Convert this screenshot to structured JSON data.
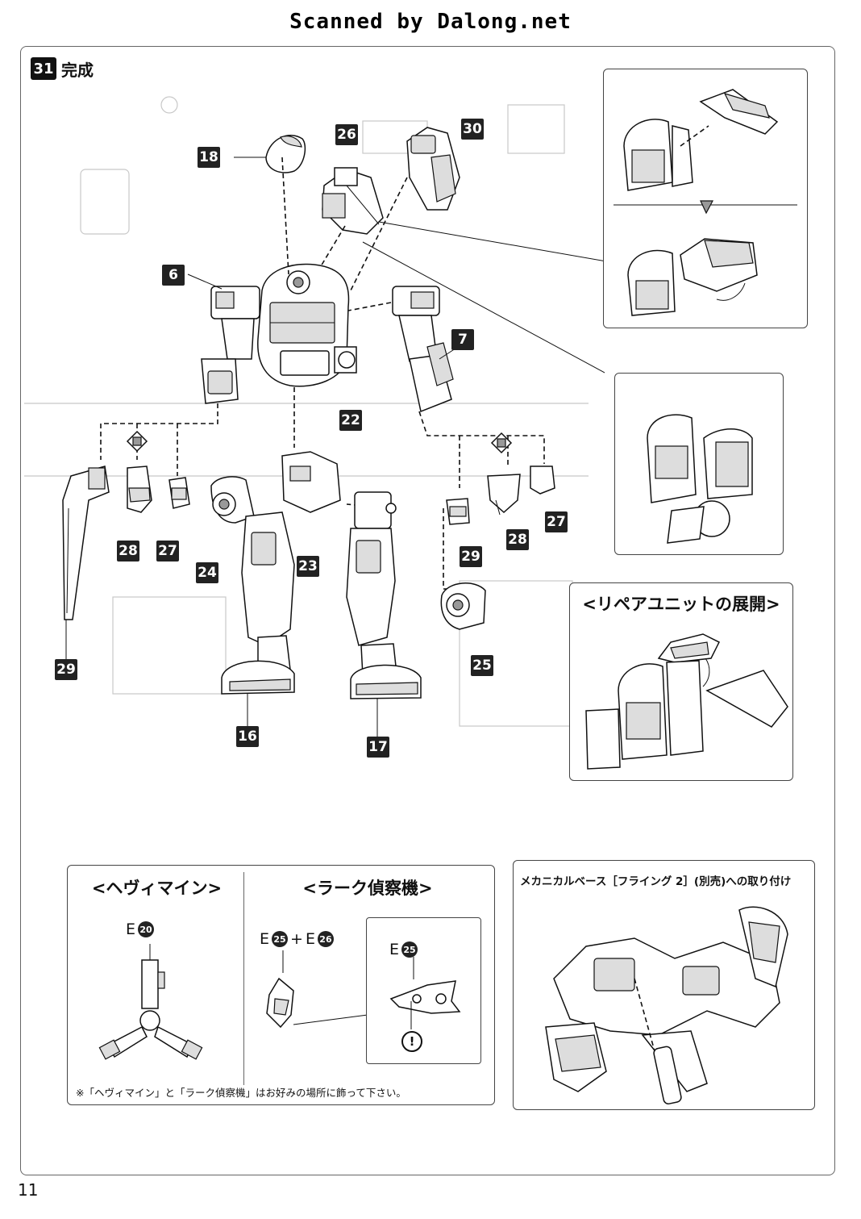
{
  "header": {
    "scan_credit": "Scanned by Dalong.net"
  },
  "step": {
    "number": "31",
    "title": "完成"
  },
  "parts": {
    "p18": "18",
    "p26": "26",
    "p30": "30",
    "p6": "6",
    "p7": "7",
    "p22": "22",
    "p28_left": "28",
    "p27_left": "27",
    "p29_left": "29",
    "p24": "24",
    "p23": "23",
    "p16": "16",
    "p17": "17",
    "p29_right": "29",
    "p28_right": "28",
    "p27_right": "27",
    "p25": "25"
  },
  "repair_unit": {
    "title": "<リペアユニットの展開>"
  },
  "accessories": {
    "heavy_mine": {
      "title": "<ヘヴィマイン>",
      "ref_letter": "E",
      "ref_num": "20"
    },
    "lark": {
      "title": "<ラーク偵察機>",
      "ref_letter_a": "E",
      "ref_num_a": "25",
      "plus": "+",
      "ref_letter_b": "E",
      "ref_num_b": "26",
      "inset_letter": "E",
      "inset_num": "25",
      "caution": "!"
    },
    "note": "※「ヘヴィマイン」と「ラーク偵察機」はお好みの場所に飾って下さい。"
  },
  "mount": {
    "title": "メカニカルベース［フライング 2］(別売)への取り付け"
  },
  "footer": {
    "page_number": "11"
  }
}
